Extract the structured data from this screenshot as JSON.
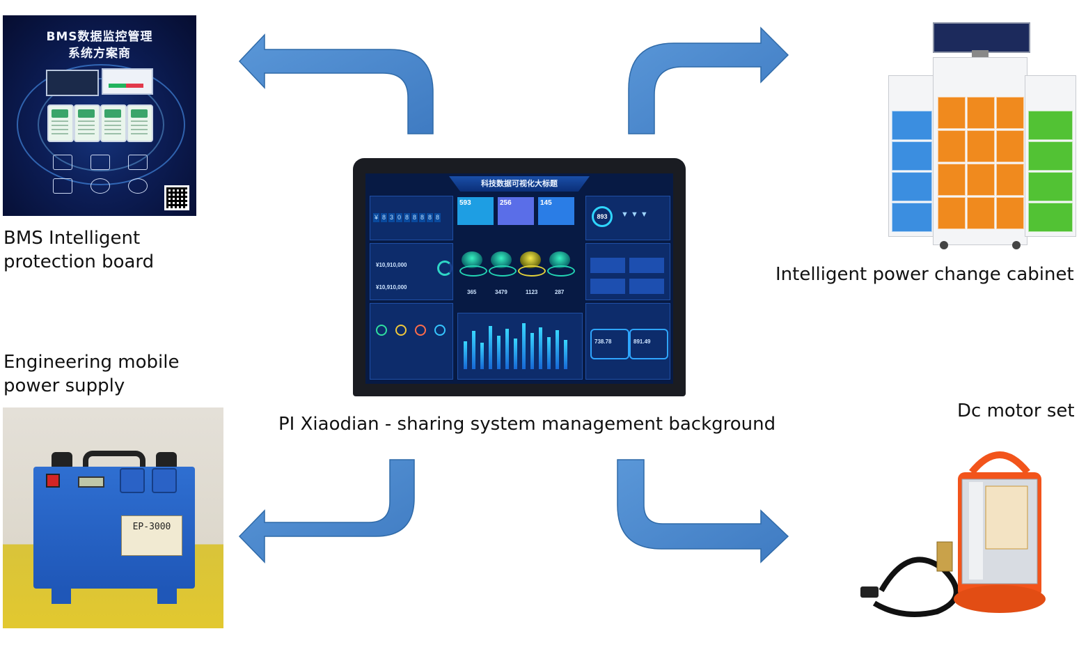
{
  "nodes": {
    "bms": {
      "label_line1": "BMS Intelligent",
      "label_line2": "protection board",
      "poster_title_line1": "BMS数据监控管理",
      "poster_title_line2": "系统方案商"
    },
    "cabinet": {
      "label": "Intelligent power change cabinet"
    },
    "center": {
      "label": "PI Xiaodian - sharing system management background",
      "dashboard_title": "科技数据可视化大标题",
      "counter_digits": "¥83088888",
      "kpis": [
        "593",
        "256",
        "145"
      ],
      "gauge_value": "893",
      "stats": [
        "365",
        "3479",
        "1123",
        "287"
      ],
      "money_left": "¥10,910,000",
      "bottom_right_values": [
        "738.78",
        "891.49"
      ]
    },
    "psu": {
      "label_line1": "Engineering mobile",
      "label_line2": "power supply",
      "plate_text": "EP-3000"
    },
    "pump": {
      "label": "Dc motor set"
    }
  },
  "colors": {
    "arrow_fill": "#4a86c8",
    "arrow_stroke": "#2f6aa8",
    "cab_blue": "#3b8ee0",
    "cab_orange": "#f08a1e",
    "cab_green": "#52c234",
    "pump_orange": "#f2541b"
  }
}
